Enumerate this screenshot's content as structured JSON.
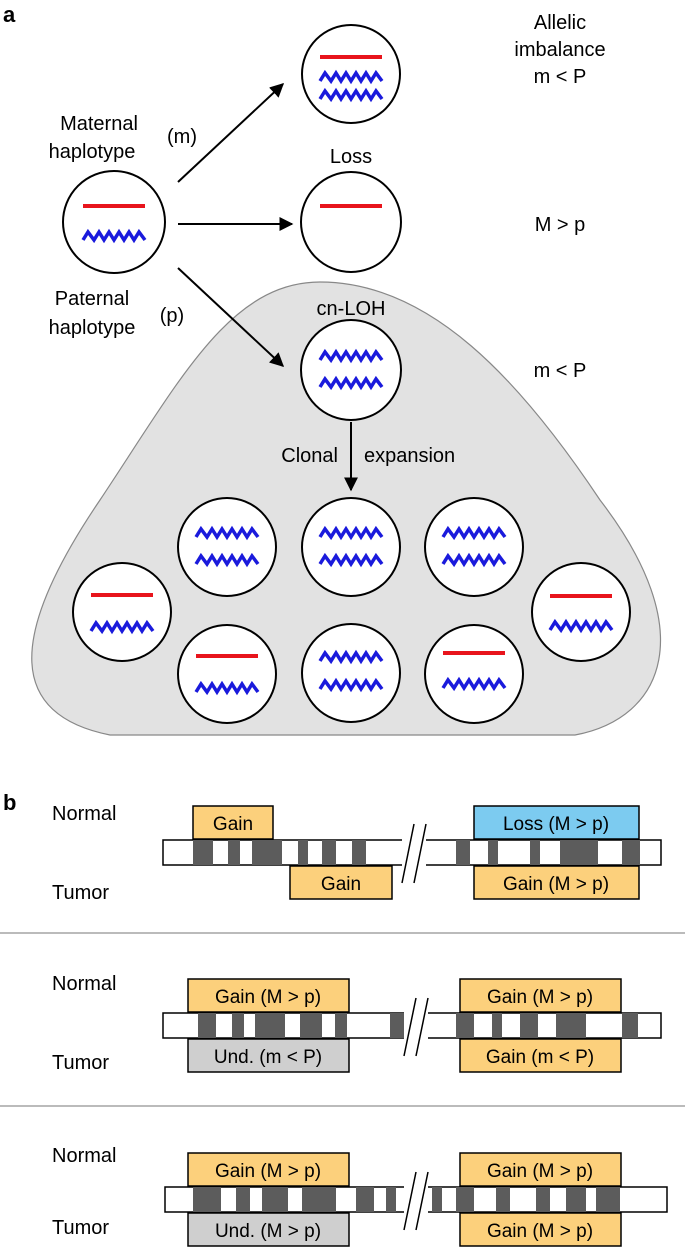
{
  "panel_a": {
    "letter": "a",
    "maternal_label_1": "Maternal",
    "maternal_label_2": "haplotype",
    "paternal_label_1": "Paternal",
    "paternal_label_2": "haplotype",
    "m_arrow_label": "(m)",
    "p_arrow_label": "(p)",
    "allelic_1": "Allelic",
    "allelic_2": "imbalance",
    "allelic_3": "m < P",
    "loss_title": "Loss",
    "loss_ratio": "M > p",
    "cnloh_title": "cn-LOH",
    "cnloh_ratio": "m < P",
    "clonal": "Clonal",
    "expansion": "expansion",
    "colors": {
      "maternal": "#e8141c",
      "paternal": "#1a1adc",
      "region": "#e2e2e2"
    }
  },
  "panel_b": {
    "letter": "b",
    "colors": {
      "gain": "#fcd07c",
      "loss": "#7ccbf0",
      "undetermined": "#cfcfcf",
      "band": "#5c5c5c"
    },
    "rows": [
      {
        "normal_label": "Normal",
        "tumor_label": "Tumor",
        "left_normal": "Gain",
        "left_tumor": "Gain",
        "right_normal": "Loss (M > p)",
        "right_tumor": "Gain (M > p)"
      },
      {
        "normal_label": "Normal",
        "tumor_label": "Tumor",
        "left_normal": "Gain (M > p)",
        "left_tumor": "Und. (m < P)",
        "right_normal": "Gain (M > p)",
        "right_tumor": "Gain (m < P)"
      },
      {
        "normal_label": "Normal",
        "tumor_label": "Tumor",
        "left_normal": "Gain (M > p)",
        "left_tumor": "Und. (M > p)",
        "right_normal": "Gain (M > p)",
        "right_tumor": "Gain (M > p)"
      }
    ]
  }
}
